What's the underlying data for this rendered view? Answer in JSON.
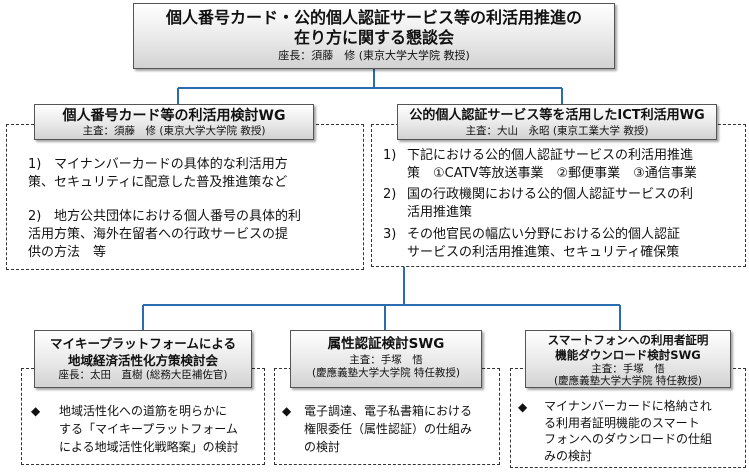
{
  "top": {
    "title_line1": "個人番号カード・公的個人認証サービス等の利活用推進の",
    "title_line2": "在り方に関する懇談会",
    "chair": "座長：須藤　修 (東京大学大学院 教授)"
  },
  "wg1": {
    "title": "個人番号カード等の利活用検討WG",
    "chair": "主査：須藤　修 (東京大学大学院 教授)",
    "items": [
      {
        "num": "1)",
        "lines": [
          "マイナンバーカードの具体的な利活用方",
          "策、セキュリティに配意した普及推進策など"
        ]
      },
      {
        "num": "2)",
        "lines": [
          "地方公共団体における個人番号の具体的利",
          "活用方策、海外在留者への行政サービスの提",
          "供の方法　等"
        ]
      }
    ]
  },
  "wg2": {
    "title": "公的個人認証サービス等を活用したICT利活用WG",
    "chair": "主査：大山　永昭 (東京工業大学 教授)",
    "items": [
      {
        "num": "1)",
        "lines": [
          "下記における公的個人認証サービスの利活用推進",
          "策　①CATV等放送事業　②郵便事業　③通信事業"
        ]
      },
      {
        "num": "2)",
        "lines": [
          "国の行政機関における公的個人認証サービスの利",
          "活用推進策"
        ]
      },
      {
        "num": "3)",
        "lines": [
          "その他官民の幅広い分野における公的個人認証",
          "サービスの利活用推進策、セキュリティ確保策"
        ]
      }
    ]
  },
  "swg1": {
    "title_line1": "マイキープラットフォームによる",
    "title_line2": "地域経済活性化方策検討会",
    "chair": "座長：太田　直樹 (総務大臣補佐官)",
    "bullet": "◆",
    "lines": [
      "地域活性化への道筋を明らかに",
      "する「マイキープラットフォーム",
      "による地域活性化戦略案」の検討"
    ]
  },
  "swg2": {
    "title": "属性認証検討SWG",
    "chair_line1": "主査：手塚　悟",
    "chair_line2": "(慶應義塾大学大学院 特任教授)",
    "bullet": "◆",
    "lines": [
      "電子調達、電子私書箱における",
      "権限委任（属性認証）の仕組み",
      "の検討"
    ]
  },
  "swg3": {
    "title_line1": "スマートフォンへの利用者証明",
    "title_line2": "機能ダウンロード検討SWG",
    "chair_line1": "主査：手塚　悟",
    "chair_line2": "(慶應義塾大学大学院 特任教授)",
    "bullet": "◆",
    "lines": [
      "マイナンバーカードに格納され",
      "る利用者証明機能のスマート",
      "フォンへのダウンロードの仕組",
      "みの検討"
    ]
  },
  "colors": {
    "line": "#2b6cb0",
    "border": "#555555"
  }
}
